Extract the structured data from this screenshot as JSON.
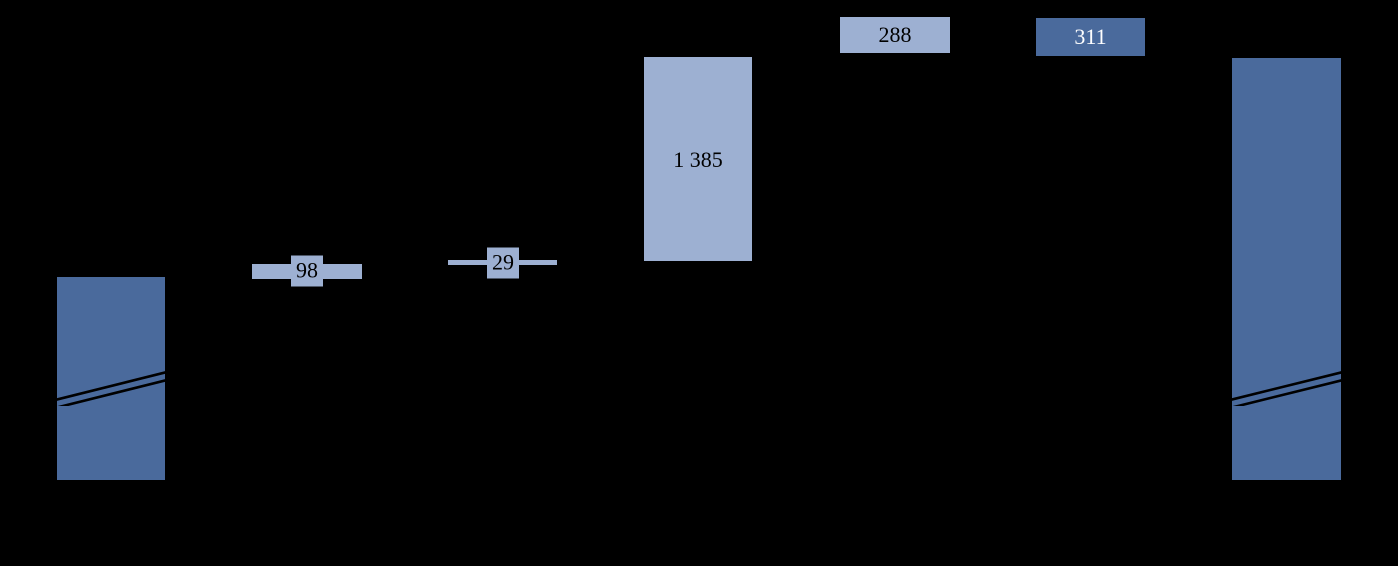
{
  "chart_data": {
    "type": "bar",
    "subtype": "waterfall",
    "title": "",
    "xlabel": "",
    "ylabel": "",
    "grid": false,
    "legend_position": "top-right",
    "background_color": "#000000",
    "colors": {
      "dark_blue": "#4a6a9c",
      "light_blue": "#9db0d2",
      "label_dark": "#000000",
      "label_light": "#ffffff"
    },
    "axis_break": true,
    "categories": [
      "start",
      "step-1",
      "step-2",
      "step-3",
      "end"
    ],
    "values": [
      null,
      98,
      29,
      1385,
      null
    ],
    "labels": [
      "",
      "98",
      "29",
      "1 385",
      ""
    ],
    "bars": [
      {
        "name": "start-bar",
        "label": "",
        "color": "#4a6a9c",
        "kind": "total",
        "has_axis_break": true
      },
      {
        "name": "increment-98",
        "label": "98",
        "value": 98,
        "color": "#9db0d2",
        "kind": "delta",
        "has_axis_break": false
      },
      {
        "name": "increment-29",
        "label": "29",
        "value": 29,
        "color": "#9db0d2",
        "kind": "delta",
        "has_axis_break": false
      },
      {
        "name": "increment-1385",
        "label": "1 385",
        "value": 1385,
        "color": "#9db0d2",
        "kind": "delta",
        "has_axis_break": false
      },
      {
        "name": "end-bar",
        "label": "",
        "color": "#4a6a9c",
        "kind": "total",
        "has_axis_break": true
      }
    ],
    "legend": [
      {
        "label": "288",
        "value": 288,
        "color": "#9db0d2",
        "text_color": "#000000"
      },
      {
        "label": "311",
        "value": 311,
        "color": "#4a6a9c",
        "text_color": "#ffffff"
      }
    ]
  },
  "chart": {
    "bar_start": {
      "label": ""
    },
    "bar_98": {
      "label": "98"
    },
    "bar_29": {
      "label": "29"
    },
    "bar_1385": {
      "label": "1 385"
    },
    "bar_end": {
      "label": ""
    }
  },
  "legend": {
    "item_a": {
      "label": "288"
    },
    "item_b": {
      "label": "311"
    }
  }
}
